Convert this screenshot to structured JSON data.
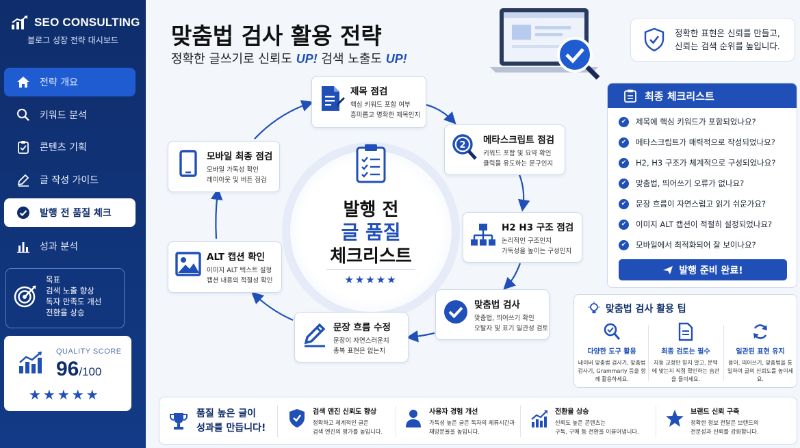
{
  "sidebar": {
    "brand_title": "SEO CONSULTING",
    "brand_subtitle": "블로그 성장 전략 대시보드",
    "items": [
      {
        "label": "전략 개요",
        "icon": "home-icon"
      },
      {
        "label": "키워드 분석",
        "icon": "search-icon"
      },
      {
        "label": "콘텐츠 기획",
        "icon": "checklist-icon"
      },
      {
        "label": "글 작성 가이드",
        "icon": "pencil-icon"
      },
      {
        "label": "발행 전 품질 체크",
        "icon": "check-circle-icon"
      },
      {
        "label": "성과 분석",
        "icon": "bar-chart-icon"
      }
    ],
    "goal": {
      "heading": "목표",
      "lines": [
        "검색 노출 향상",
        "독자 만족도 개선",
        "전환율 상승"
      ]
    },
    "score": {
      "label": "QUALITY SCORE",
      "value": "96",
      "max": "/100",
      "stars": "★★★★★"
    }
  },
  "header": {
    "title": "맞춤법 검사 활용 전략",
    "subtitle_pre": "정확한 글쓰기로 신뢰도 ",
    "subtitle_up1": "UP!",
    "subtitle_mid": " 검색 노출도 ",
    "subtitle_up2": "UP!"
  },
  "trust_note": {
    "line1": "정확한 표현은 신뢰를 만들고,",
    "line2": "신뢰는 검색 순위를 높입니다."
  },
  "center": {
    "line1": "발행 전",
    "line2": "글 품질",
    "line3": "체크리스트",
    "stars": "★★★★★"
  },
  "steps": [
    {
      "title": "제목 점검",
      "desc1": "핵심 키워드 포함 여부",
      "desc2": "흥미롭고 명확한 제목인지",
      "icon": "document-edit-icon"
    },
    {
      "title": "메타스크립트 점검",
      "desc1": "키워드 포함 및 요약 확인",
      "desc2": "클릭을 유도하는 문구인지",
      "icon": "magnifier-number-icon"
    },
    {
      "title": "H2 H3 구조 점검",
      "desc1": "논리적인 구조인지",
      "desc2": "가독성을 높이는 구성인지",
      "icon": "hierarchy-icon"
    },
    {
      "title": "맞춤법 검사",
      "desc1": "맞춤법, 띄어쓰기 확인",
      "desc2": "오탈자 및 표기 일관성 검토",
      "icon": "check-circle-icon"
    },
    {
      "title": "문장 흐름 수정",
      "desc1": "문장이 자연스러운지",
      "desc2": "총복 표현은 없는지",
      "icon": "pen-edit-icon"
    },
    {
      "title": "ALT 캡션 확인",
      "desc1": "이미지 ALT 텍스트 설정",
      "desc2": "캡션 내용의 적절성 확인",
      "icon": "image-icon"
    },
    {
      "title": "모바일 최종 점검",
      "desc1": "모바일 가독성 확인",
      "desc2": "레이아웃 및 버튼 점검",
      "icon": "mobile-icon"
    }
  ],
  "checklist": {
    "title": "최종 체크리스트",
    "items": [
      "제목에 핵심 키워드가 포함되었나요?",
      "메타스크립트가 매력적으로 작성되었나요?",
      "H2, H3 구조가 체계적으로 구성되었나요?",
      "맞춤법, 띄어쓰기 오류가 없나요?",
      "문장 흐름이 자연스럽고 읽기 쉬운가요?",
      "이미지 ALT 캡션이 적절히 설정되었나요?",
      "모바일에서 최적화되어 잘 보이나요?"
    ],
    "button": "발행 준비 완료!"
  },
  "tips": {
    "title": "맞춤법 검사 활용 팁",
    "items": [
      {
        "title": "다양한 도구 활용",
        "desc": "네이버 맞춤법 검사기, 맞춤법 검사기, Grammarly 등을 함께 활용하세요.",
        "icon": "search-icon"
      },
      {
        "title": "최종 검토는 필수",
        "desc": "자동 교정만 믿지 말고, 문맥에 맞는지 직접 확인하는 습관을 들이세요.",
        "icon": "document-icon"
      },
      {
        "title": "일관된 표현 유지",
        "desc": "용어, 띄어쓰기, 맞춤법을 통일하여 글의 신뢰도를 높이세요.",
        "icon": "refresh-icon"
      }
    ]
  },
  "bottom": {
    "main_line1": "품질 높은 글이",
    "main_line2": "성과를 만듭니다!",
    "items": [
      {
        "title": "검색 엔진 신뢰도 향상",
        "desc1": "정확하고 체계적인 글은",
        "desc2": "검색 엔진의 평가를 높입니다.",
        "icon": "shield-check-icon"
      },
      {
        "title": "사용자 경험 개선",
        "desc1": "가독성 높은 글은 독자의 체류시간과",
        "desc2": "재방문율을 높입니다.",
        "icon": "user-icon"
      },
      {
        "title": "전환율 상승",
        "desc1": "신뢰도 높은 콘텐츠는",
        "desc2": "구독, 구매 등 전환을 이끌어냅니다.",
        "icon": "growth-chart-icon"
      },
      {
        "title": "브랜드 신뢰 구축",
        "desc1": "정확한 정보 전달은 브랜드의",
        "desc2": "전문성과 신뢰를 강화합니다.",
        "icon": "star-icon"
      }
    ]
  },
  "colors": {
    "sidebar": "#0f2d6b",
    "accent": "#1f4fb7",
    "active_nav": "#1f5bd1"
  }
}
